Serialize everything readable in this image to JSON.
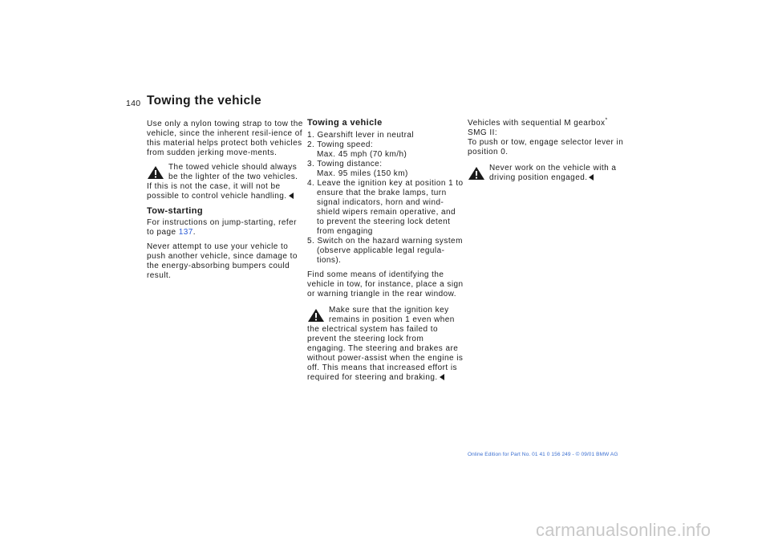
{
  "page": {
    "number": "140",
    "title": "Towing the vehicle"
  },
  "col1": {
    "intro": "Use only a nylon towing strap to tow the vehicle, since the inherent resil-ience of this material helps protect both vehicles from sudden jerking move-ments.",
    "warning1_a": "The towed vehicle should always be the lighter of the two vehicles.",
    "warning1_b": "If this is not the case, it will not be possible to control vehicle handling.",
    "tow_heading": "Tow-starting",
    "tow_text_a": "For instructions on jump-starting, refer to page",
    "tow_link": "137",
    "tow_text_b": ".",
    "tow_text2": "Never attempt to use your vehicle to push another vehicle, since damage to the energy-absorbing bumpers could result."
  },
  "col2": {
    "heading": "Towing a vehicle",
    "steps": [
      "1. Gearshift lever in neutral",
      "2. Towing speed:",
      "Max. 45 mph (70 km/h)",
      "3. Towing distance:",
      "Max. 95 miles (150 km)",
      "4. Leave the ignition key at position 1 to ensure that the brake lamps, turn signal indicators, horn and wind-shield wipers remain operative, and to prevent the steering lock detent from engaging",
      "5. Switch on the hazard warning system (observe applicable legal regula-tions)."
    ],
    "para": "Find some means of identifying the vehicle in tow, for instance, place a sign or warning triangle in the rear window.",
    "warning_a": "Make sure that the ignition key remains in position 1 even when",
    "warning_b": "the electrical system has failed to prevent the steering lock from engaging.",
    "warning_c": "The steering and brakes are without power-assist when the engine is off. This means that increased effort is required for steering and braking."
  },
  "col3": {
    "line1": "Vehicles with sequential M gearbox",
    "star": "*",
    "line2": "SMG II:",
    "line3": "To push or tow, engage selector lever in position 0.",
    "warning": "Never work on the vehicle with a driving position engaged."
  },
  "footer": "Online Edition for Part No. 01 41 0 156 249 - © 09/01 BMW AG",
  "watermark": "carmanualsonline.info"
}
